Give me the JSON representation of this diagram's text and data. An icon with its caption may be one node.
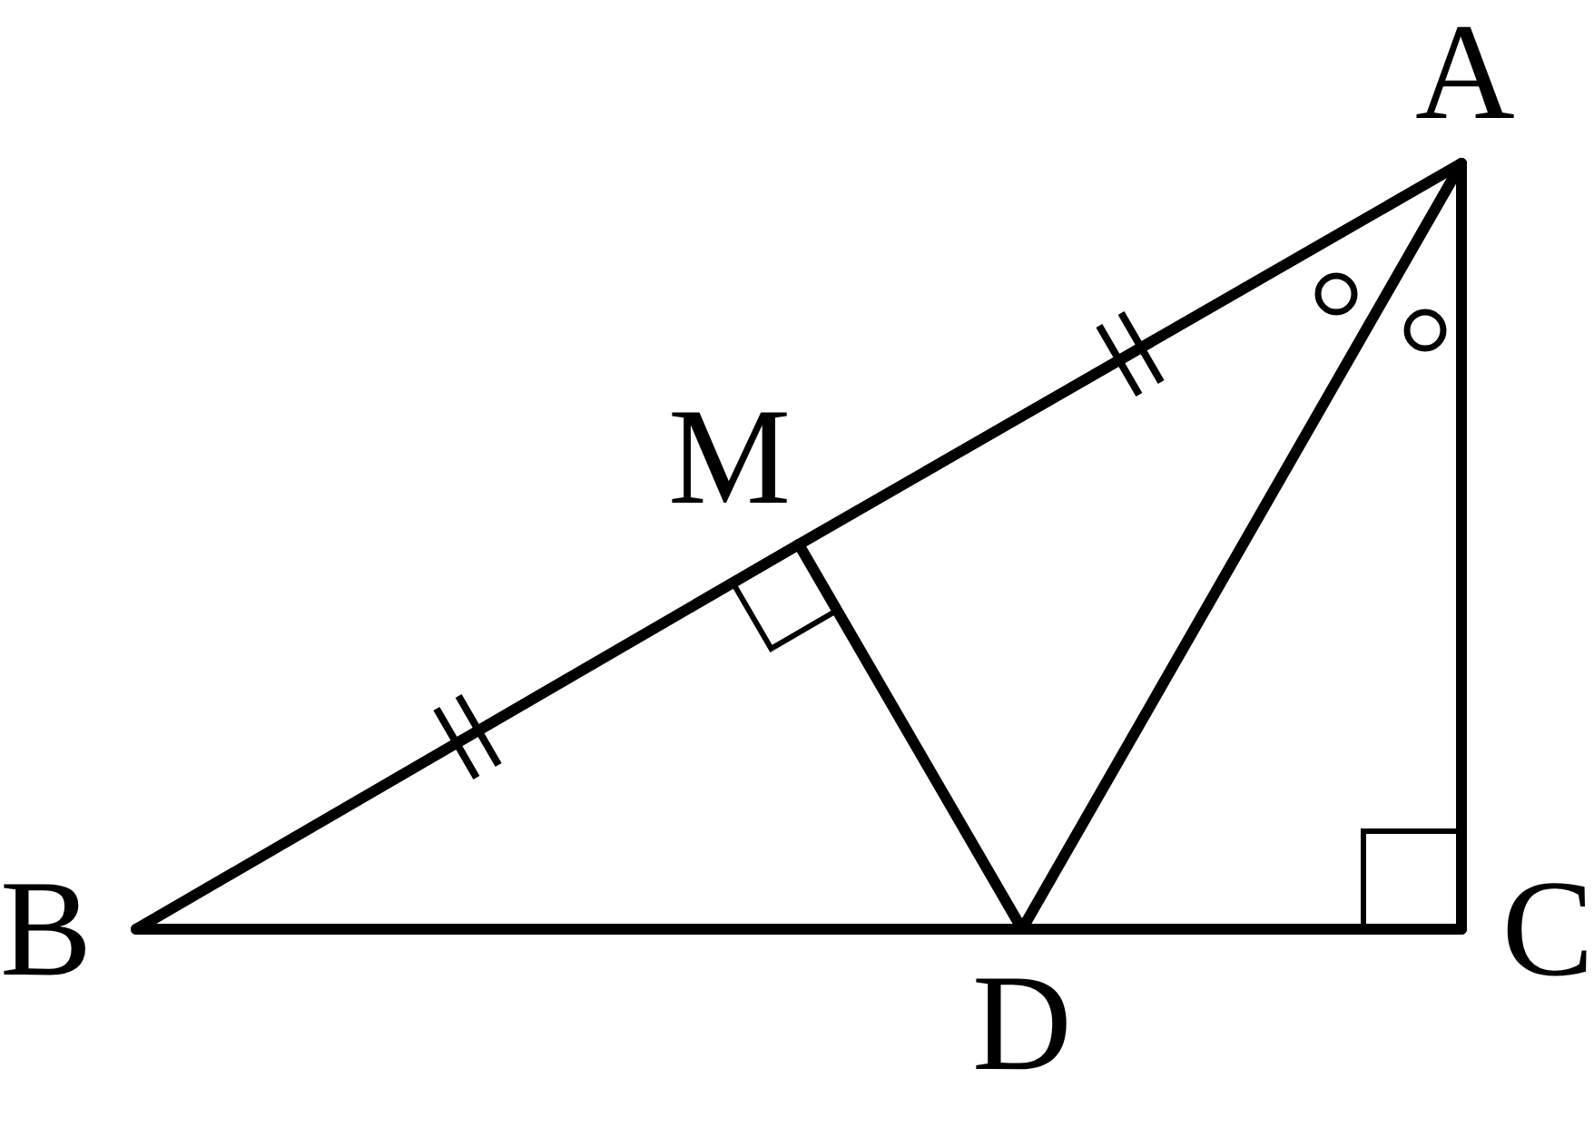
{
  "diagram": {
    "nodes": [
      {
        "text": [
          "A"
        ]
      },
      {
        "text": [
          "B"
        ]
      },
      {
        "text": [
          "C"
        ]
      },
      {
        "text": [
          "D"
        ]
      },
      {
        "text": [
          "M"
        ]
      }
    ],
    "edges": [
      {
        "from": 1,
        "to": 4,
        "arrow": "none"
      },
      {
        "from": 4,
        "to": 0,
        "arrow": "none"
      },
      {
        "from": 1,
        "to": 3,
        "arrow": "none"
      },
      {
        "from": 3,
        "to": 2,
        "arrow": "none"
      },
      {
        "from": 2,
        "to": 0,
        "arrow": "none"
      },
      {
        "from": 0,
        "to": 3,
        "arrow": "none"
      },
      {
        "from": 4,
        "to": 3,
        "arrow": "none"
      }
    ]
  }
}
